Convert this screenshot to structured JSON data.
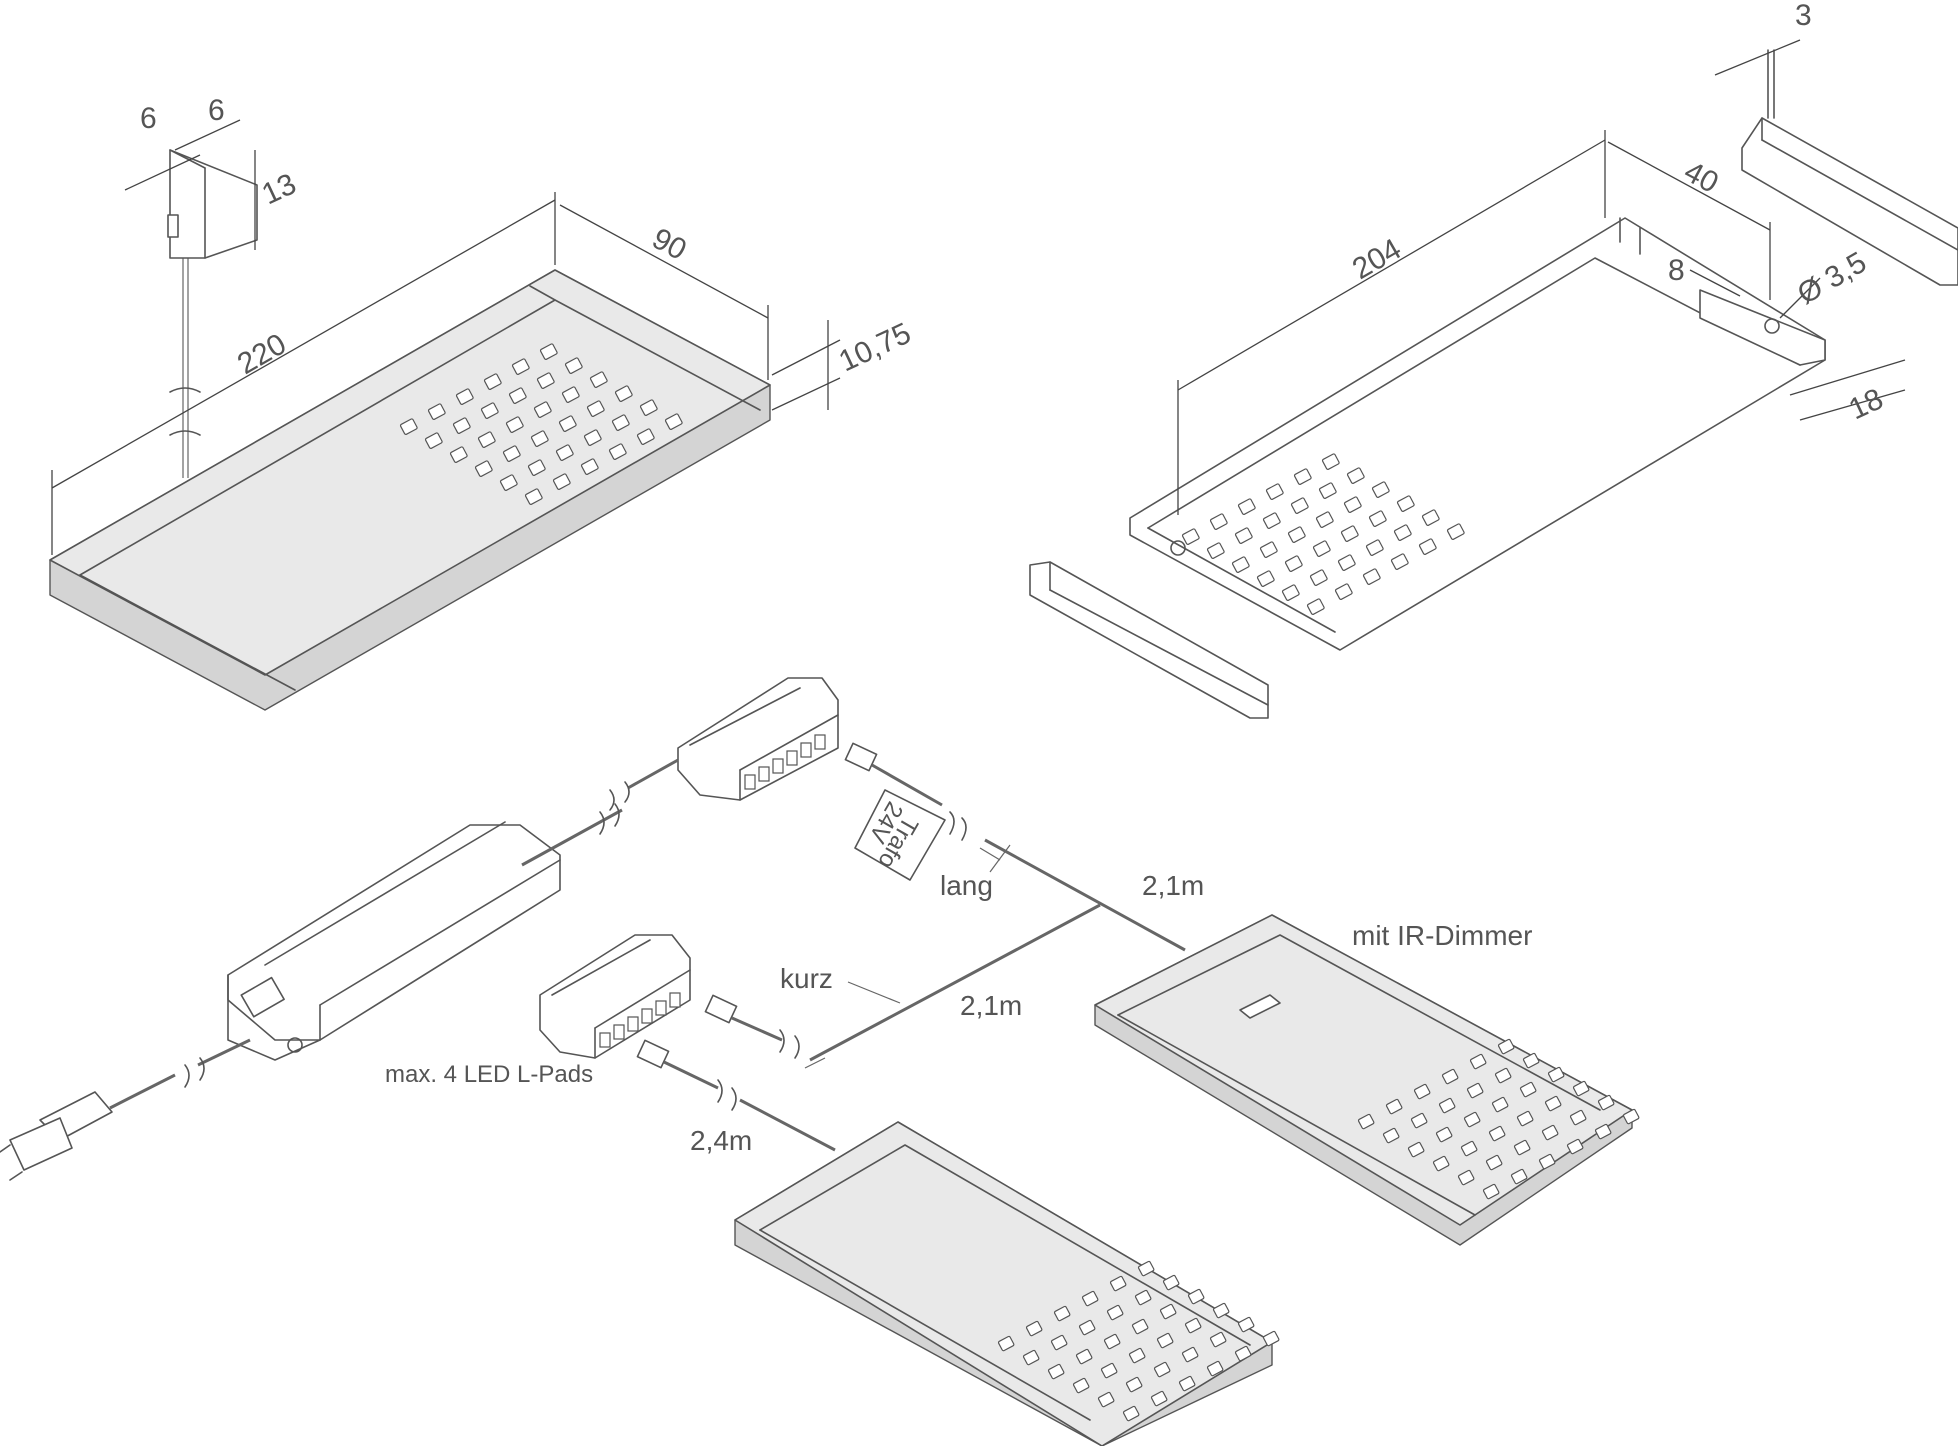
{
  "diagram": {
    "dimensions_left": {
      "width": "220",
      "depth": "90",
      "height": "10,75",
      "connector_a": "6",
      "connector_b": "6",
      "connector_height": "13"
    },
    "dimensions_right": {
      "width": "204",
      "depth": "40",
      "hole_spacing": "8",
      "hole_diameter": "Ø 3,5",
      "edge": "18",
      "profile": "3"
    },
    "labels": {
      "long_cable": "lang",
      "short_cable": "kurz",
      "cable_long_length": "2,1m",
      "cable_short_length": "2,1m",
      "cable_third_length": "2,4m",
      "ir_dimmer": "mit IR-Dimmer",
      "distributor_note": "max. 4 LED L-Pads",
      "tag_line1": "Trafo",
      "tag_line2": "24V"
    }
  }
}
